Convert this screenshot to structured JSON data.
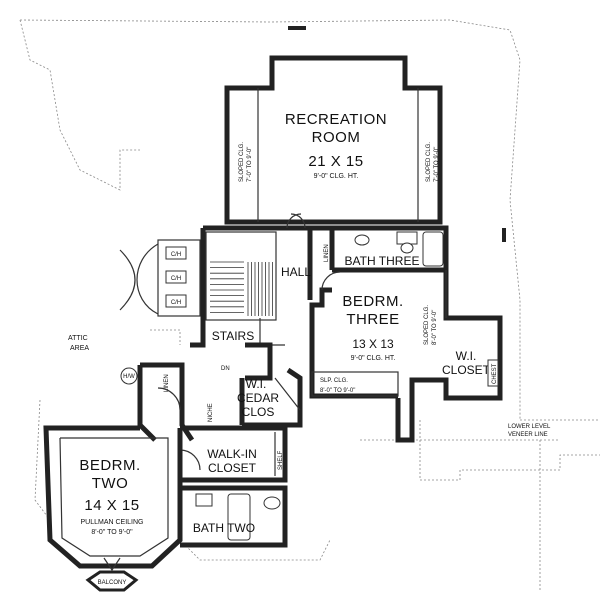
{
  "rooms": {
    "recreation": {
      "name_line1": "RECREATION",
      "name_line2": "ROOM",
      "size": "21 X 15",
      "note": "9'-0\" CLG. HT."
    },
    "bedroom_three": {
      "name_line1": "BEDRM.",
      "name_line2": "THREE",
      "size": "13 X 13",
      "note": "9'-0\" CLG. HT."
    },
    "bedroom_two": {
      "name_line1": "BEDRM.",
      "name_line2": "TWO",
      "size": "14 X 15",
      "note_line1": "PULLMAN CEILING",
      "note_line2": "8'-0\" TO 9'-0\""
    },
    "bath_three": "BATH THREE",
    "bath_two": "BATH TWO",
    "walk_in_closet": {
      "line1": "WALK-IN",
      "line2": "CLOSET"
    },
    "wi_closet": {
      "line1": "W.I.",
      "line2": "CLOSET"
    },
    "wi_cedar": {
      "line1": "W.I.",
      "line2": "CEDAR",
      "line3": "CLOS"
    },
    "hall": "HALL",
    "stairs": "STAIRS",
    "attic": {
      "line1": "ATTIC",
      "line2": "AREA"
    },
    "balcony": "BALCONY"
  },
  "labels": {
    "sloped_left_1": "SLOPED CLG.",
    "sloped_left_2": "7'-0\" TO 9'-0\"",
    "sloped_right_1": "SLOPED CLG.",
    "sloped_right_2": "7'-0\" TO 9'-0\"",
    "sloped_bed3_1": "SLOPED CLG.",
    "sloped_bed3_2": "8'-0\" TO 9'-0\"",
    "slp_clg_1": "SLP. CLG.",
    "slp_clg_2": "8'-0\" TO 9'-0\"",
    "ch": "C/H",
    "linen": "LINEN",
    "linen2": "LINEN",
    "niche": "NICHE",
    "shelf": "SHELF",
    "chest": "CHEST",
    "hw": "H/W",
    "dn": "DN",
    "lower_level_1": "LOWER LEVEL",
    "lower_level_2": "VENEER LINE"
  }
}
